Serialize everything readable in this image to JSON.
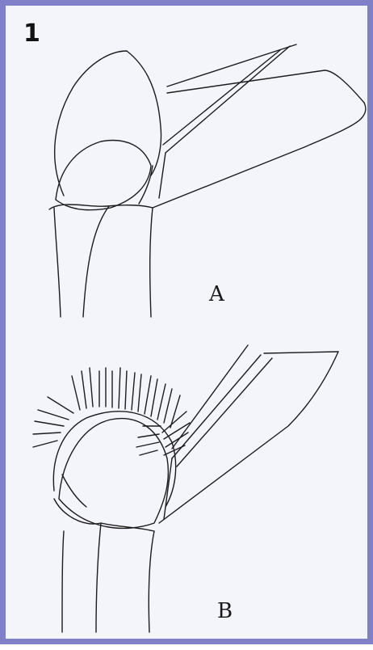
{
  "figure": {
    "number": "1",
    "panels": [
      {
        "label": "A"
      },
      {
        "label": "B"
      }
    ]
  },
  "colors": {
    "frame_border": "#7f80c8",
    "background": "#f4f4fb",
    "ink": "#1c1c1c"
  }
}
